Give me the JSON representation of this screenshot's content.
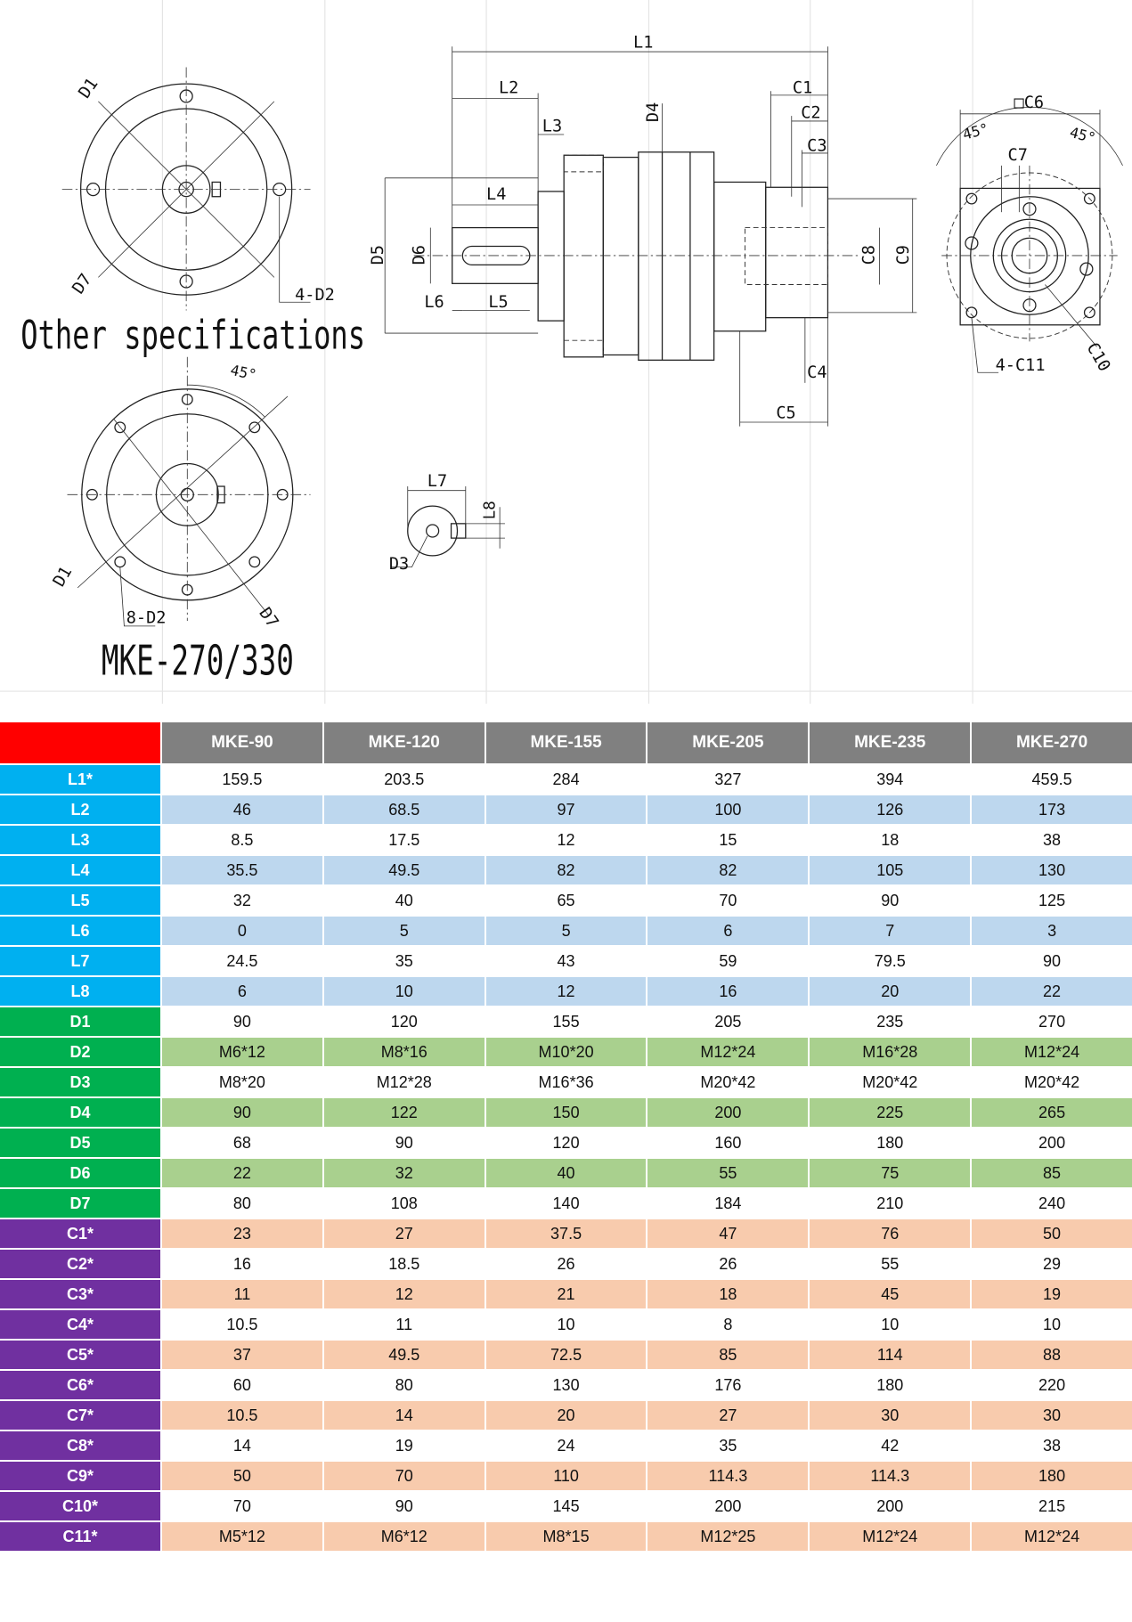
{
  "drawing": {
    "other_specs_title": "Other specifications",
    "model_title": "MKE-270/330",
    "labels": {
      "L1": "L1",
      "L2": "L2",
      "L3": "L3",
      "L4": "L4",
      "L5": "L5",
      "L6": "L6",
      "L7": "L7",
      "L8": "L8",
      "D1": "D1",
      "D1b": "D1",
      "D2": "4-D2",
      "D2b": "8-D2",
      "D3": "D3",
      "D4": "D4",
      "D5": "D5",
      "D6": "D6",
      "D7": "D7",
      "D7b": "D7",
      "C1": "C1",
      "C2": "C2",
      "C3": "C3",
      "C4": "C4",
      "C5": "C5",
      "C6": "□C6",
      "C7": "C7",
      "C8": "C8",
      "C9": "C9",
      "C10": "C10",
      "C11": "4-C11",
      "angle1": "45°",
      "angle2": "45°",
      "angle3": "45°"
    }
  },
  "colors": {
    "corner": "#ff0000",
    "header": "#808080",
    "L": {
      "label": "#00b0f0",
      "shade": "#bdd7ee"
    },
    "D": {
      "label": "#00b050",
      "shade": "#a9d08e"
    },
    "C": {
      "label": "#7030a0",
      "shade": "#f8cbad"
    }
  },
  "table": {
    "columns": [
      "MKE-90",
      "MKE-120",
      "MKE-155",
      "MKE-205",
      "MKE-235",
      "MKE-270"
    ],
    "rows": [
      {
        "label": "L1*",
        "group": "L",
        "values": [
          "159.5",
          "203.5",
          "284",
          "327",
          "394",
          "459.5"
        ]
      },
      {
        "label": "L2",
        "group": "L",
        "values": [
          "46",
          "68.5",
          "97",
          "100",
          "126",
          "173"
        ]
      },
      {
        "label": "L3",
        "group": "L",
        "values": [
          "8.5",
          "17.5",
          "12",
          "15",
          "18",
          "38"
        ]
      },
      {
        "label": "L4",
        "group": "L",
        "values": [
          "35.5",
          "49.5",
          "82",
          "82",
          "105",
          "130"
        ]
      },
      {
        "label": "L5",
        "group": "L",
        "values": [
          "32",
          "40",
          "65",
          "70",
          "90",
          "125"
        ]
      },
      {
        "label": "L6",
        "group": "L",
        "values": [
          "0",
          "5",
          "5",
          "6",
          "7",
          "3"
        ]
      },
      {
        "label": "L7",
        "group": "L",
        "values": [
          "24.5",
          "35",
          "43",
          "59",
          "79.5",
          "90"
        ]
      },
      {
        "label": "L8",
        "group": "L",
        "values": [
          "6",
          "10",
          "12",
          "16",
          "20",
          "22"
        ]
      },
      {
        "label": "D1",
        "group": "D",
        "values": [
          "90",
          "120",
          "155",
          "205",
          "235",
          "270"
        ]
      },
      {
        "label": "D2",
        "group": "D",
        "values": [
          "M6*12",
          "M8*16",
          "M10*20",
          "M12*24",
          "M16*28",
          "M12*24"
        ]
      },
      {
        "label": "D3",
        "group": "D",
        "values": [
          "M8*20",
          "M12*28",
          "M16*36",
          "M20*42",
          "M20*42",
          "M20*42"
        ]
      },
      {
        "label": "D4",
        "group": "D",
        "values": [
          "90",
          "122",
          "150",
          "200",
          "225",
          "265"
        ]
      },
      {
        "label": "D5",
        "group": "D",
        "values": [
          "68",
          "90",
          "120",
          "160",
          "180",
          "200"
        ]
      },
      {
        "label": "D6",
        "group": "D",
        "values": [
          "22",
          "32",
          "40",
          "55",
          "75",
          "85"
        ]
      },
      {
        "label": "D7",
        "group": "D",
        "values": [
          "80",
          "108",
          "140",
          "184",
          "210",
          "240"
        ]
      },
      {
        "label": "C1*",
        "group": "C",
        "values": [
          "23",
          "27",
          "37.5",
          "47",
          "76",
          "50"
        ]
      },
      {
        "label": "C2*",
        "group": "C",
        "values": [
          "16",
          "18.5",
          "26",
          "26",
          "55",
          "29"
        ]
      },
      {
        "label": "C3*",
        "group": "C",
        "values": [
          "11",
          "12",
          "21",
          "18",
          "45",
          "19"
        ]
      },
      {
        "label": "C4*",
        "group": "C",
        "values": [
          "10.5",
          "11",
          "10",
          "8",
          "10",
          "10"
        ]
      },
      {
        "label": "C5*",
        "group": "C",
        "values": [
          "37",
          "49.5",
          "72.5",
          "85",
          "114",
          "88"
        ]
      },
      {
        "label": "C6*",
        "group": "C",
        "values": [
          "60",
          "80",
          "130",
          "176",
          "180",
          "220"
        ]
      },
      {
        "label": "C7*",
        "group": "C",
        "values": [
          "10.5",
          "14",
          "20",
          "27",
          "30",
          "30"
        ]
      },
      {
        "label": "C8*",
        "group": "C",
        "values": [
          "14",
          "19",
          "24",
          "35",
          "42",
          "38"
        ]
      },
      {
        "label": "C9*",
        "group": "C",
        "values": [
          "50",
          "70",
          "110",
          "114.3",
          "114.3",
          "180"
        ]
      },
      {
        "label": "C10*",
        "group": "C",
        "values": [
          "70",
          "90",
          "145",
          "200",
          "200",
          "215"
        ]
      },
      {
        "label": "C11*",
        "group": "C",
        "values": [
          "M5*12",
          "M6*12",
          "M8*15",
          "M12*25",
          "M12*24",
          "M12*24"
        ]
      }
    ]
  }
}
